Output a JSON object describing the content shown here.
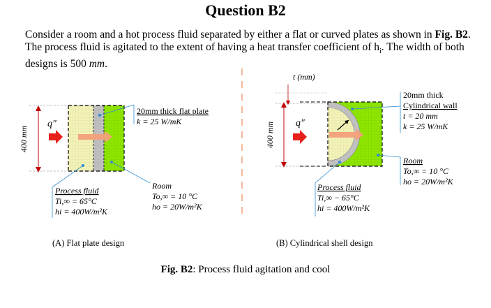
{
  "question": {
    "title": "Question B2"
  },
  "intro": {
    "part1": "Consider a room and a hot process fluid separated by either a flat or curved plates as shown in ",
    "fig_ref": "Fig. B2",
    "part2": ". The process fluid is agitated to the extent of having a heat transfer coefficient of h",
    "sub_i": "i",
    "part3": ". The width of both designs is 500 ",
    "unit_mm": "mm",
    "part4": "."
  },
  "flat": {
    "height_label": "400 mm",
    "q_label": "q\"",
    "plate_title": "20mm thick flat plate",
    "plate_k": "k   = 25 W/mK",
    "room_title": "Room",
    "room_T": "To,∞ = 10 °C",
    "room_h": "ho  = 20W/m²K",
    "fluid_title": "Process fluid",
    "fluid_T": "Ti,∞ = 65°C",
    "fluid_h": "hi   = 400W/m²K",
    "caption": "(A) Flat plate design"
  },
  "cyl": {
    "t_label": "t (mm)",
    "height_label": "400 mm",
    "q_label": "q\"",
    "wall_title1": "20mm thick",
    "wall_title2": "Cylindrical wall",
    "wall_t": "t    = 20 mm",
    "wall_k": "k    = 25 W/mK",
    "room_title": "Room",
    "room_T": "To,∞ = 10 °C",
    "room_h": "ho = 20W/m²K",
    "fluid_title": "Process fluid",
    "fluid_T": "Ti,∞ − 65°C",
    "fluid_h": "hi   = 400W/m²K",
    "caption": "(B) Cylindrical shell design"
  },
  "figure_caption": {
    "label": "Fig. B2",
    "text": ": Process fluid agitation and cool"
  },
  "colors": {
    "fluid_fill": "#f3f3b8",
    "room_fill": "#8ee600",
    "plate_fill": "#c0c0c0",
    "arrow_red": "#e8201c",
    "arrow_salmon": "#f4a07a",
    "dimension_red": "#c00000",
    "leader_blue": "#2e8ccf"
  }
}
